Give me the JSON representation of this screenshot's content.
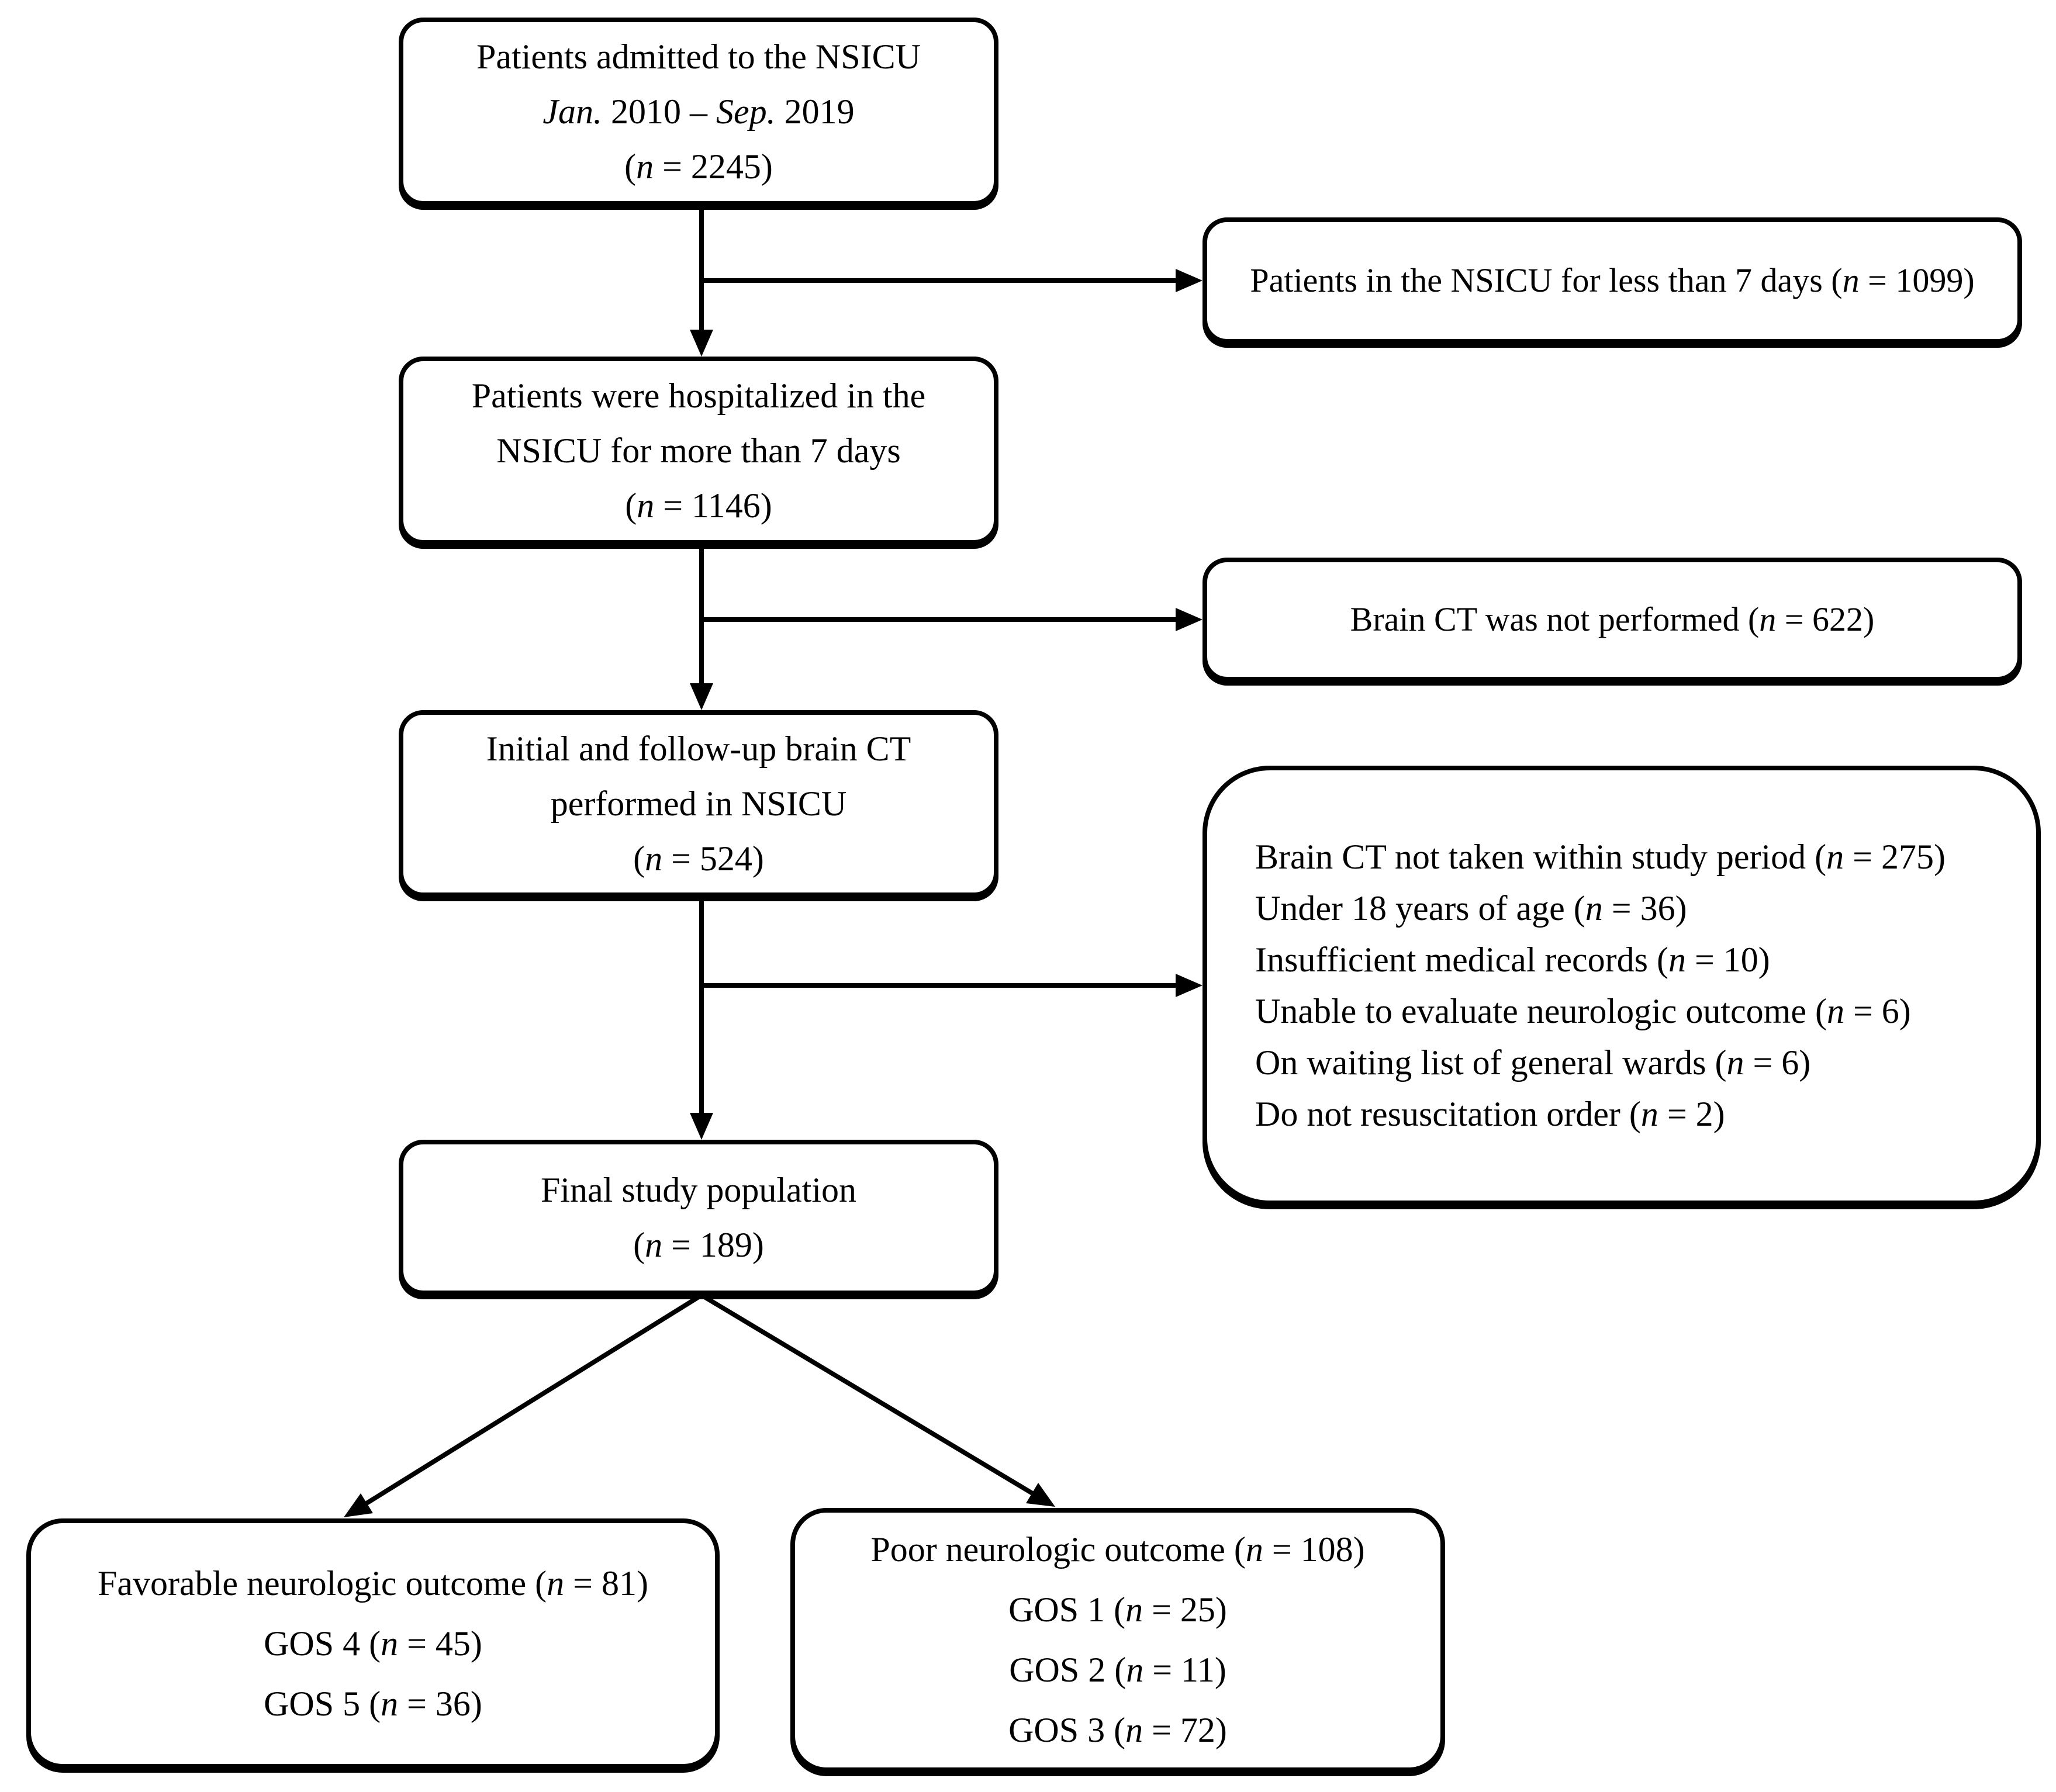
{
  "figure": {
    "type": "patient-flow-diagram",
    "colors": {
      "ink": "#000000",
      "background": "#ffffff"
    }
  },
  "boxes": {
    "admitted": {
      "lines": [
        "Patients admitted to the NSICU",
        "*Jan.* 2010 – *Sep.* 2019",
        "(*n* = 2245)"
      ]
    },
    "less7days": {
      "lines": [
        "Patients in the NSICU for less than 7 days (*n* = 1099)"
      ]
    },
    "hospitalized": {
      "lines": [
        "Patients were hospitalized in the",
        "NSICU for more than 7 days",
        "(*n* = 1146)"
      ]
    },
    "noCT": {
      "lines": [
        "Brain CT was not performed (*n* = 622)"
      ]
    },
    "ctPerformed": {
      "lines": [
        "Initial and follow-up brain CT",
        "performed in NSICU",
        "(*n* = 524)"
      ]
    },
    "exclusions": {
      "lines": [
        "Brain CT not taken within study period (*n* = 275)",
        "Under 18 years of age (*n* = 36)",
        "Insufficient medical records (*n* = 10)",
        "Unable to evaluate neurologic outcome (*n* = 6)",
        "On waiting list of general wards (*n* = 6)",
        "Do not resuscitation order (*n* = 2)"
      ]
    },
    "finalPopulation": {
      "lines": [
        "Final study population",
        "(*n* = 189)"
      ]
    },
    "favorable": {
      "lines": [
        "Favorable neurologic outcome (*n* = 81)",
        "GOS 4 (*n* = 45)",
        "GOS 5 (*n* = 36)"
      ]
    },
    "poor": {
      "lines": [
        "Poor neurologic outcome (*n* = 108)",
        "GOS 1 (*n* = 25)",
        "GOS 2 (*n* = 11)",
        "GOS 3 (*n* = 72)"
      ]
    }
  },
  "edges": [
    {
      "from": "admitted",
      "to": "hospitalized"
    },
    {
      "from": "admitted",
      "to": "less7days"
    },
    {
      "from": "hospitalized",
      "to": "ctPerformed"
    },
    {
      "from": "hospitalized",
      "to": "noCT"
    },
    {
      "from": "ctPerformed",
      "to": "finalPopulation"
    },
    {
      "from": "ctPerformed",
      "to": "exclusions"
    },
    {
      "from": "finalPopulation",
      "to": "favorable"
    },
    {
      "from": "finalPopulation",
      "to": "poor"
    }
  ]
}
